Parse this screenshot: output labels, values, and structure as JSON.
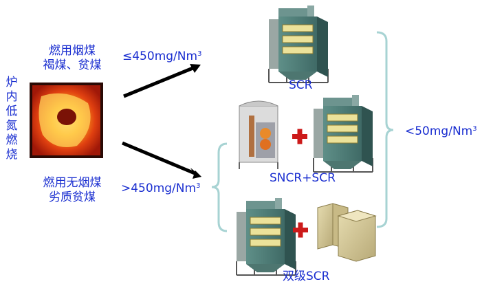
{
  "side_label": [
    "炉",
    "内",
    "低",
    "氮",
    "燃",
    "烧"
  ],
  "coal_top": [
    "燃用烟煤",
    "褐煤、贫煤"
  ],
  "coal_bottom": [
    "燃用无烟煤",
    "劣质贫煤"
  ],
  "limit_top": {
    "text": "≤450mg/Nm",
    "sup": "3"
  },
  "limit_bottom": {
    "text": ">450mg/Nm",
    "sup": "3"
  },
  "option_scr": "SCR",
  "option_sncr_scr": "SNCR+SCR",
  "option_double_scr": "双级SCR",
  "result": {
    "text": "<50mg/Nm",
    "sup": "3"
  },
  "colors": {
    "text": "#1a2ed0",
    "bracket": "#a7d3d3",
    "plus": "#cc1a1a",
    "arrow": "#000000"
  }
}
